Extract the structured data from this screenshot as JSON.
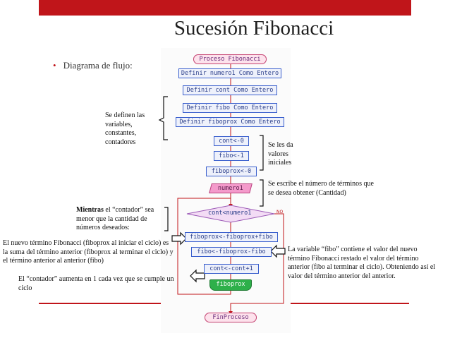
{
  "slide": {
    "title": "Sucesión Fibonacci",
    "bullet": "Diagrama de flujo:",
    "accent_color": "#c0151a"
  },
  "flowchart": {
    "start": "Proceso Fibonacci",
    "def1": "Definir numero1 Como Entero",
    "def2": "Definir cont Como Entero",
    "def3": "Definir fibo Como Entero",
    "def4": "Definir fiboprox Como Entero",
    "assign1": "cont<-0",
    "assign2": "fibo<-1",
    "assign3": "fiboprox<-0",
    "read": "numero1",
    "decision": "cont<numero1",
    "no_label": "NO",
    "step1": "fiboprox<-fiboprox+fibo",
    "step2": "fibo<-fiboprox-fibo",
    "step3": "cont<-cont+1",
    "output": "fiboprox",
    "end": "FinProceso"
  },
  "annotations": {
    "variables": "Se definen las variables, constantes, contadores",
    "initial": "Se les da valores iniciales",
    "input": "Se escribe el número de términos que se desea obtener (Cantidad)",
    "while_bold": "Mientras",
    "while_rest": " el “contador” sea menor que la cantidad de números deseados:",
    "new_term": "El nuevo término Fibonacci (fiboprox al iniciar el ciclo) es la suma del término anterior (fiboprox al terminar el ciclo) y el término anterior al anterior (fibo)",
    "fibo_var": "La variable “fibo” contiene el valor del nuevo término Fibonacci restado el valor del término anterior (fibo al terminar el ciclo). Obteniendo así el valor del término anterior del anterior.",
    "counter": "El “contador” aumenta en 1 cada vez que se cumple un ciclo"
  }
}
